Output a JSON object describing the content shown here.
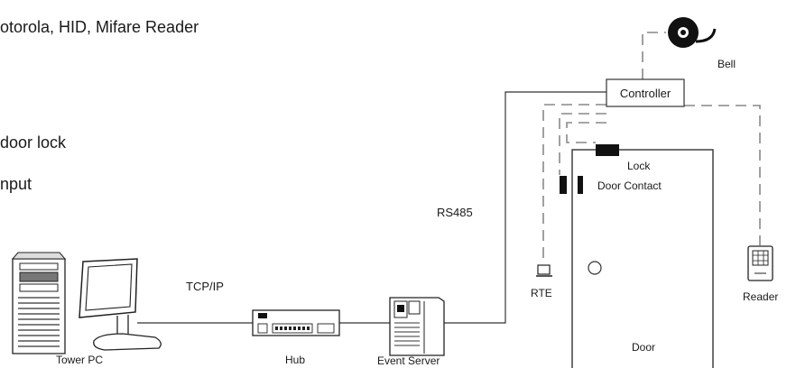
{
  "legend": {
    "item1": "otorola, HID, Mifare Reader",
    "item2": "door lock",
    "item3": "nput"
  },
  "labels": {
    "bell": "Bell",
    "controller": "Controller",
    "lock": "Lock",
    "door_contact": "Door Contact",
    "rs485": "RS485",
    "rte": "RTE",
    "reader": "Reader",
    "tcpip": "TCP/IP",
    "tower_pc": "Tower PC",
    "hub": "Hub",
    "event_server": "Event Server",
    "door": "Door"
  },
  "colors": {
    "stroke": "#333333",
    "dashed": "#888888",
    "device_fill": "#ffffff",
    "dark": "#111111"
  },
  "icons": [
    "bell-icon",
    "tower-pc-icon",
    "monitor-icon",
    "hub-icon",
    "event-server-icon",
    "reader-icon",
    "rte-icon"
  ]
}
